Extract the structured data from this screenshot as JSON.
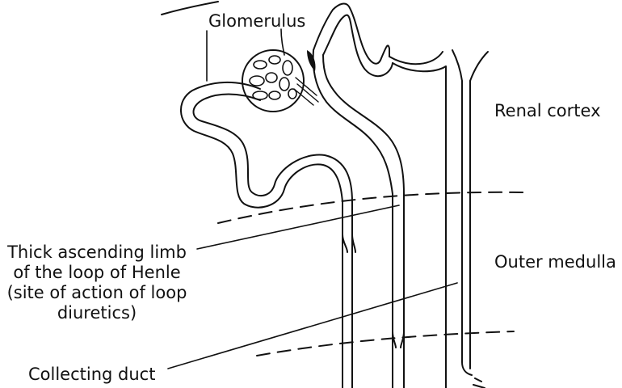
{
  "labels": {
    "glomerulus": "Glomerulus",
    "renal_cortex": "Renal cortex",
    "outer_medulla": "Outer medulla",
    "thick_ascending": [
      "Thick ascending limb",
      "of the loop of Henle",
      "(site of action of loop",
      "diuretics)"
    ],
    "collecting_duct": "Collecting duct"
  },
  "colors": {
    "ink": "#111111",
    "background": "#ffffff"
  }
}
